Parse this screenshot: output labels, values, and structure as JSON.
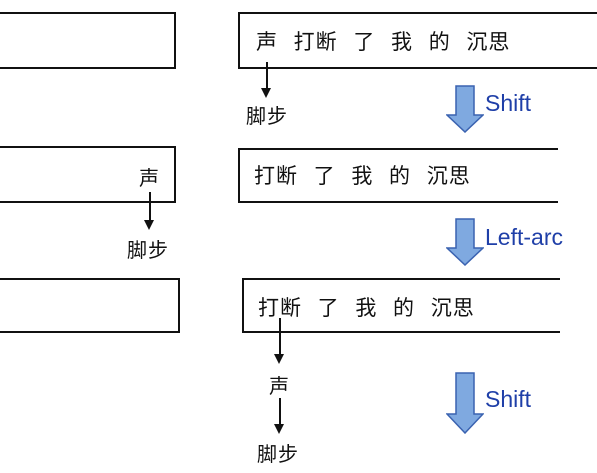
{
  "steps": [
    {
      "buffer_text": "声 打断 了 我 的 沉思",
      "stack_text": "",
      "dependents": [
        "脚步"
      ]
    },
    {
      "buffer_text": "打断 了 我 的 沉思",
      "stack_text": "声",
      "dependents": [
        "脚步"
      ]
    },
    {
      "buffer_text": "打断 了 我 的 沉思",
      "stack_text": "",
      "dependents": [
        "声",
        "脚步"
      ]
    }
  ],
  "operations": [
    "Shift",
    "Left-arc",
    "Shift"
  ],
  "colors": {
    "arrow_fill": "#7fa9e0",
    "arrow_stroke": "#3a62b0",
    "label": "#1f3fa8",
    "line": "#111111"
  }
}
